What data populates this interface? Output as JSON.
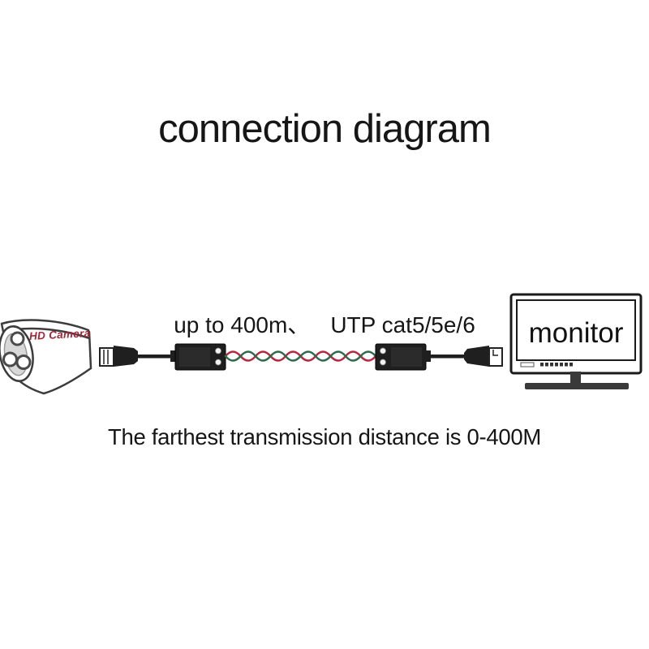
{
  "page": {
    "background": "#ffffff"
  },
  "title": "connection diagram",
  "diagram": {
    "camera": {
      "label": "HD Camera"
    },
    "cable_label": {
      "part1": "up to 400m、",
      "part2": "UTP cat5/5e/6"
    },
    "monitor": {
      "label": "monitor"
    },
    "note": "The farthest transmission distance is 0-400M"
  },
  "colors": {
    "text": "#161616",
    "camera_label": "#a32739",
    "device_dark": "#1f1f1f",
    "wire_red": "#b7273e",
    "wire_green": "#2f6b4c",
    "stand_gray": "#3a3a3a"
  }
}
